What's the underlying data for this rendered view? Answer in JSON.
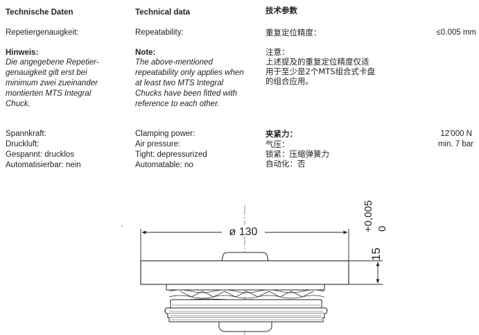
{
  "col_de": {
    "heading": "Technische Daten",
    "repeat_label": "Repetiergenauigkeit:",
    "note_title": "Hinweis:",
    "note_lines": [
      "Die angegebene Repetier-",
      "genauigkeit gilt erst bei",
      "minimum zwei zueinander",
      "montierten MTS Integral",
      "Chuck."
    ],
    "clamp_label": "Spannkraft:",
    "air_label": "Druckluft:",
    "tight_label": "Gespannt: drucklos",
    "auto_label": "Automatisierbar: nein"
  },
  "col_en": {
    "heading": "Technical data",
    "repeat_label": "Repeatability:",
    "note_title": "Note:",
    "note_lines": [
      "The above-mentioned",
      "repeatability only applies when",
      "at least two MTS Integral",
      "Chucks have been fitted with",
      "reference to each other."
    ],
    "clamp_label": "Clamping power:",
    "air_label": "Air  pressure:",
    "tight_label": "Tight: depressurized",
    "auto_label": "Automatable: no"
  },
  "col_zh": {
    "heading": "技术参数",
    "repeat_label": "重复定位精度：",
    "note_title": "注意：",
    "note_lines": [
      "上述提及的重复定位精度仅适",
      "用于至少是2个MTS组合式卡盘",
      "的组合应用。"
    ],
    "clamp_label": "夹紧力：",
    "air_label": "气压：",
    "tight_label": "锁紧：压缩弹簧力",
    "auto_label": "自动化：否"
  },
  "values": {
    "repeat_value": "≤0.005 mm",
    "clamp_value": "12'000 N",
    "air_value": "min. 7 bar"
  },
  "drawing": {
    "diameter_label": "ø 130",
    "height_label": "15",
    "tol_upper": "+0,005",
    "tol_lower": "0"
  }
}
